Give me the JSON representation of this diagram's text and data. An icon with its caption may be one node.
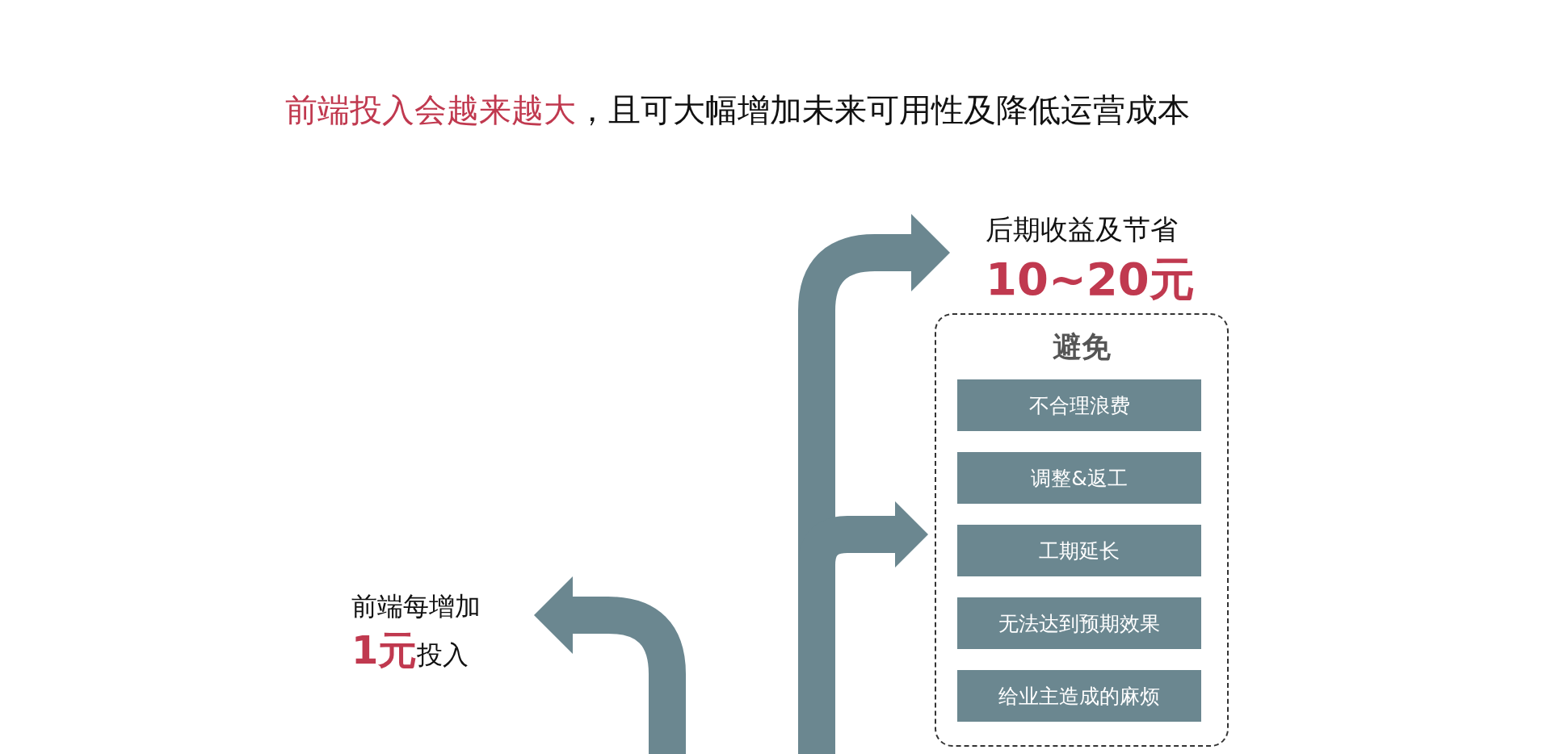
{
  "diagram": {
    "nodes": [
      {
        "text": [
          "前端每增加",
          "**1元**投入"
        ]
      },
      {
        "text": [
          "后期收益及节省",
          "10~20元"
        ]
      },
      {
        "text": [
          "避免"
        ]
      },
      {
        "text": [
          "不合理浪费"
        ],
        "in": 2
      },
      {
        "text": [
          "调整&返工"
        ],
        "in": 2
      },
      {
        "text": [
          "工期延长"
        ],
        "in": 2
      },
      {
        "text": [
          "无法达到预期效果"
        ],
        "in": 2
      },
      {
        "text": [
          "给业主造成的麻烦"
        ],
        "in": 2
      }
    ],
    "edges": [
      {
        "from": null,
        "to": 0,
        "arrow": "to"
      },
      {
        "from": null,
        "to": 1,
        "arrow": "to"
      },
      {
        "from": null,
        "to": 2,
        "arrow": "to"
      }
    ],
    "labels": [
      "前端投入会越来越大",
      "，且可大幅增加未来可用性及降低运营成本"
    ]
  }
}
